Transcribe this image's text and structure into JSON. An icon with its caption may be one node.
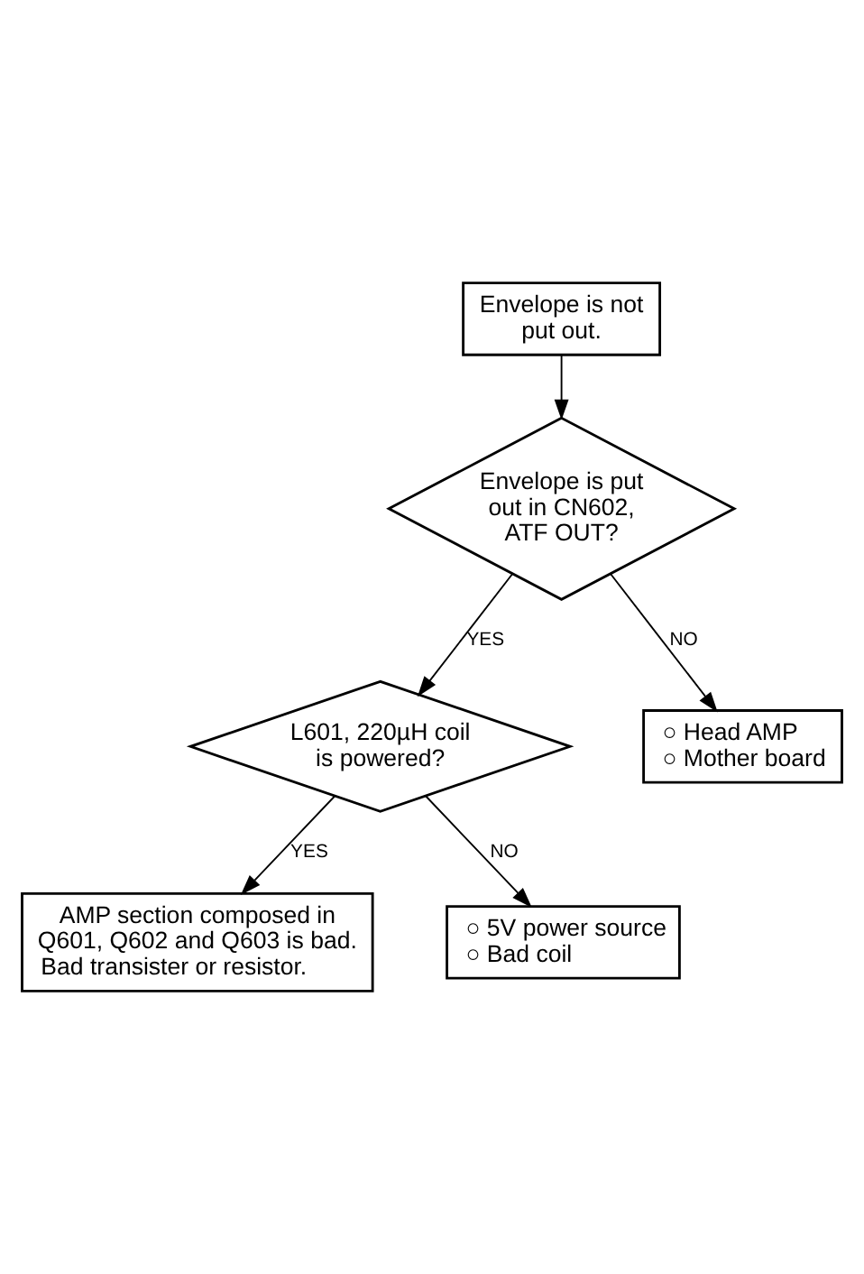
{
  "diagram": {
    "nodes": [
      {
        "text": [
          "Envelope is not put out."
        ]
      },
      {
        "text": [
          "Envelope is put out in CN602, ATF OUT?"
        ]
      },
      {
        "text": [
          "L601, 220µH coil is powered?"
        ]
      },
      {
        "text": [
          "AMP section composed in Q601, Q602 and Q603 is bad. Bad transister or resistor."
        ]
      },
      {
        "text": [
          "○ Head AMP",
          "○ Mother board"
        ]
      },
      {
        "text": [
          "○ 5V power source",
          "○ Bad coil"
        ]
      }
    ],
    "edges": [
      {
        "from": 0,
        "to": 1,
        "arrow": "to"
      },
      {
        "from": 1,
        "to": 2,
        "arrow": "to",
        "label": "YES"
      },
      {
        "from": 1,
        "to": 4,
        "arrow": "to",
        "label": "NO"
      },
      {
        "from": 2,
        "to": 3,
        "arrow": "to",
        "label": "YES"
      },
      {
        "from": 2,
        "to": 5,
        "arrow": "to",
        "label": "NO"
      }
    ]
  }
}
